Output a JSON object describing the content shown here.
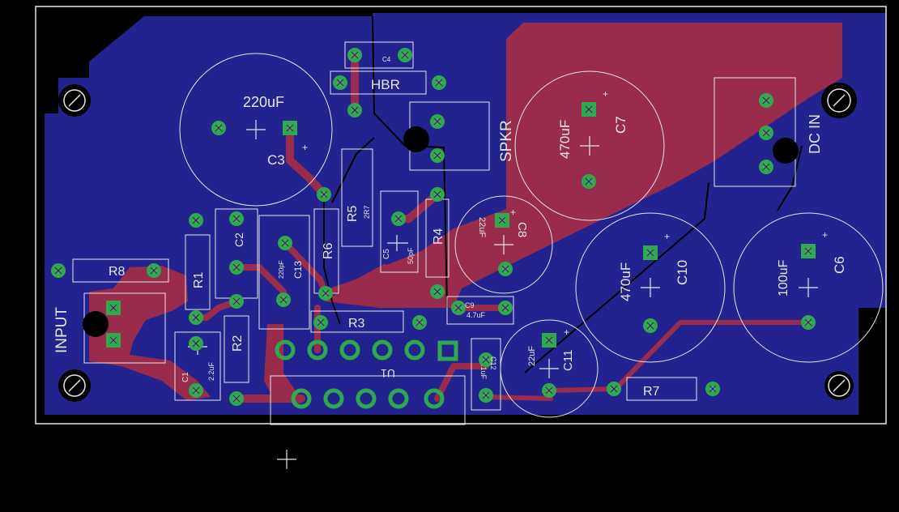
{
  "colors": {
    "background": "#000000",
    "bottom_copper": "#23238f",
    "top_copper": "#992c4c",
    "silkscreen": "#e6e6e6",
    "pad_ring": "#2fa84f",
    "pad_hole": "#5a9a7a"
  },
  "labels": {
    "c3_value": "220uF",
    "c3": "C3",
    "c4": "C4",
    "hbr": "HBR",
    "spkr": "SPKR",
    "c7_value": "470uF",
    "c7": "C7",
    "dc_in": "DC IN",
    "c8_value": "22uF",
    "c8": "C8",
    "c10_value": "470uF",
    "c10": "C10",
    "c6_value": "100uF",
    "c6": "C6",
    "r5": "R5",
    "r5_value": "2R7",
    "r6": "R6",
    "r4": "R4",
    "c5": "C5",
    "c5_value": "50pF",
    "c2": "C2",
    "c13": "C13",
    "c13_value": "220pF",
    "r8": "R8",
    "r1": "R1",
    "input": "INPUT",
    "r3": "R3",
    "r2": "R2",
    "c1": "C1",
    "c1_value": "2.2uF",
    "c9": "C9",
    "c9_value": "4.7uF",
    "c12": "C12",
    "c12_value": ".1uF",
    "c11_value": "22uF",
    "c11": "C11",
    "r7": "R7",
    "u1": "U1",
    "plus": "+"
  }
}
